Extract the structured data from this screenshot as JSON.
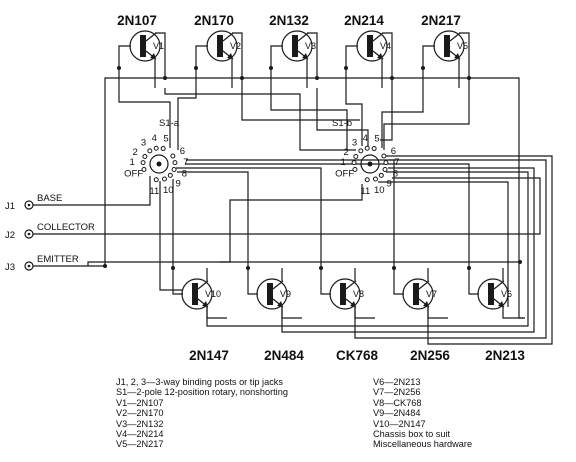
{
  "top_transistors": [
    {
      "type": "2N107",
      "ref": "V1"
    },
    {
      "type": "2N170",
      "ref": "V2"
    },
    {
      "type": "2N132",
      "ref": "V3"
    },
    {
      "type": "2N214",
      "ref": "V4"
    },
    {
      "type": "2N217",
      "ref": "V5"
    }
  ],
  "bottom_transistors": [
    {
      "type": "2N147",
      "ref": "V10"
    },
    {
      "type": "2N484",
      "ref": "V9"
    },
    {
      "type": "CK768",
      "ref": "V8"
    },
    {
      "type": "2N256",
      "ref": "V7"
    },
    {
      "type": "2N213",
      "ref": "V6"
    }
  ],
  "switch_a": {
    "label": "S1-a",
    "positions": [
      "OFF",
      "1",
      "2",
      "3",
      "4",
      "5",
      "6",
      "7",
      "8",
      "9",
      "10",
      "11"
    ]
  },
  "switch_b": {
    "label": "S1-b",
    "positions": [
      "OFF",
      "1",
      "2",
      "3",
      "4",
      "5",
      "6",
      "7",
      "8",
      "9",
      "10",
      "11"
    ]
  },
  "jacks": [
    {
      "id": "J1",
      "name": "BASE"
    },
    {
      "id": "J2",
      "name": "COLLECTOR"
    },
    {
      "id": "J3",
      "name": "EMITTER"
    }
  ],
  "parts_list_left": [
    "J1, 2, 3—3-way binding posts or tip jacks",
    "S1—2-pole 12-position rotary, nonshorting",
    "V1—2N107",
    "V2—2N170",
    "V3—2N132",
    "V4—2N214",
    "V5—2N217"
  ],
  "parts_list_right": [
    "V6—2N213",
    "V7—2N256",
    "V8—CK768",
    "V9—2N484",
    "V10—2N147",
    "Chassis box to suit",
    "Miscellaneous hardware"
  ]
}
